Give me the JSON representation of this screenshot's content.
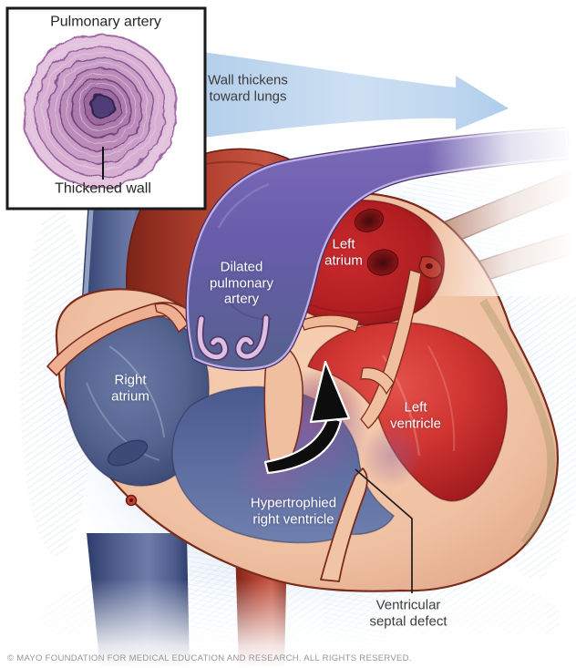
{
  "inset": {
    "title": "Pulmonary artery",
    "caption": "Thickened wall"
  },
  "annotations": {
    "wall_thickens": "Wall thickens\ntoward lungs",
    "left_atrium": "Left\natrium",
    "dilated_pulmonary_artery": "Dilated\npulmonary\nartery",
    "right_atrium": "Right\natrium",
    "left_ventricle": "Left\nventricle",
    "hypertrophied_right_ventricle": "Hypertrophied\nright ventricle",
    "ventricular_septal_defect": "Ventricular\nseptal defect"
  },
  "footer": {
    "copyright": "© MAYO FOUNDATION FOR MEDICAL EDUCATION AND RESEARCH. ALL RIGHTS RESERVED."
  },
  "colors": {
    "oxygenated_red": "#c32026",
    "deoxygenated_blue": "#56679c",
    "pulmonary_artery_purple": "#695cab",
    "heart_wall_peach": "#f2c6aa",
    "flow_arrow_blue": "#b7d2ee",
    "thickened_wall_pink": "#c99fc8",
    "shunt_arrow_black": "#0d0d0d"
  }
}
